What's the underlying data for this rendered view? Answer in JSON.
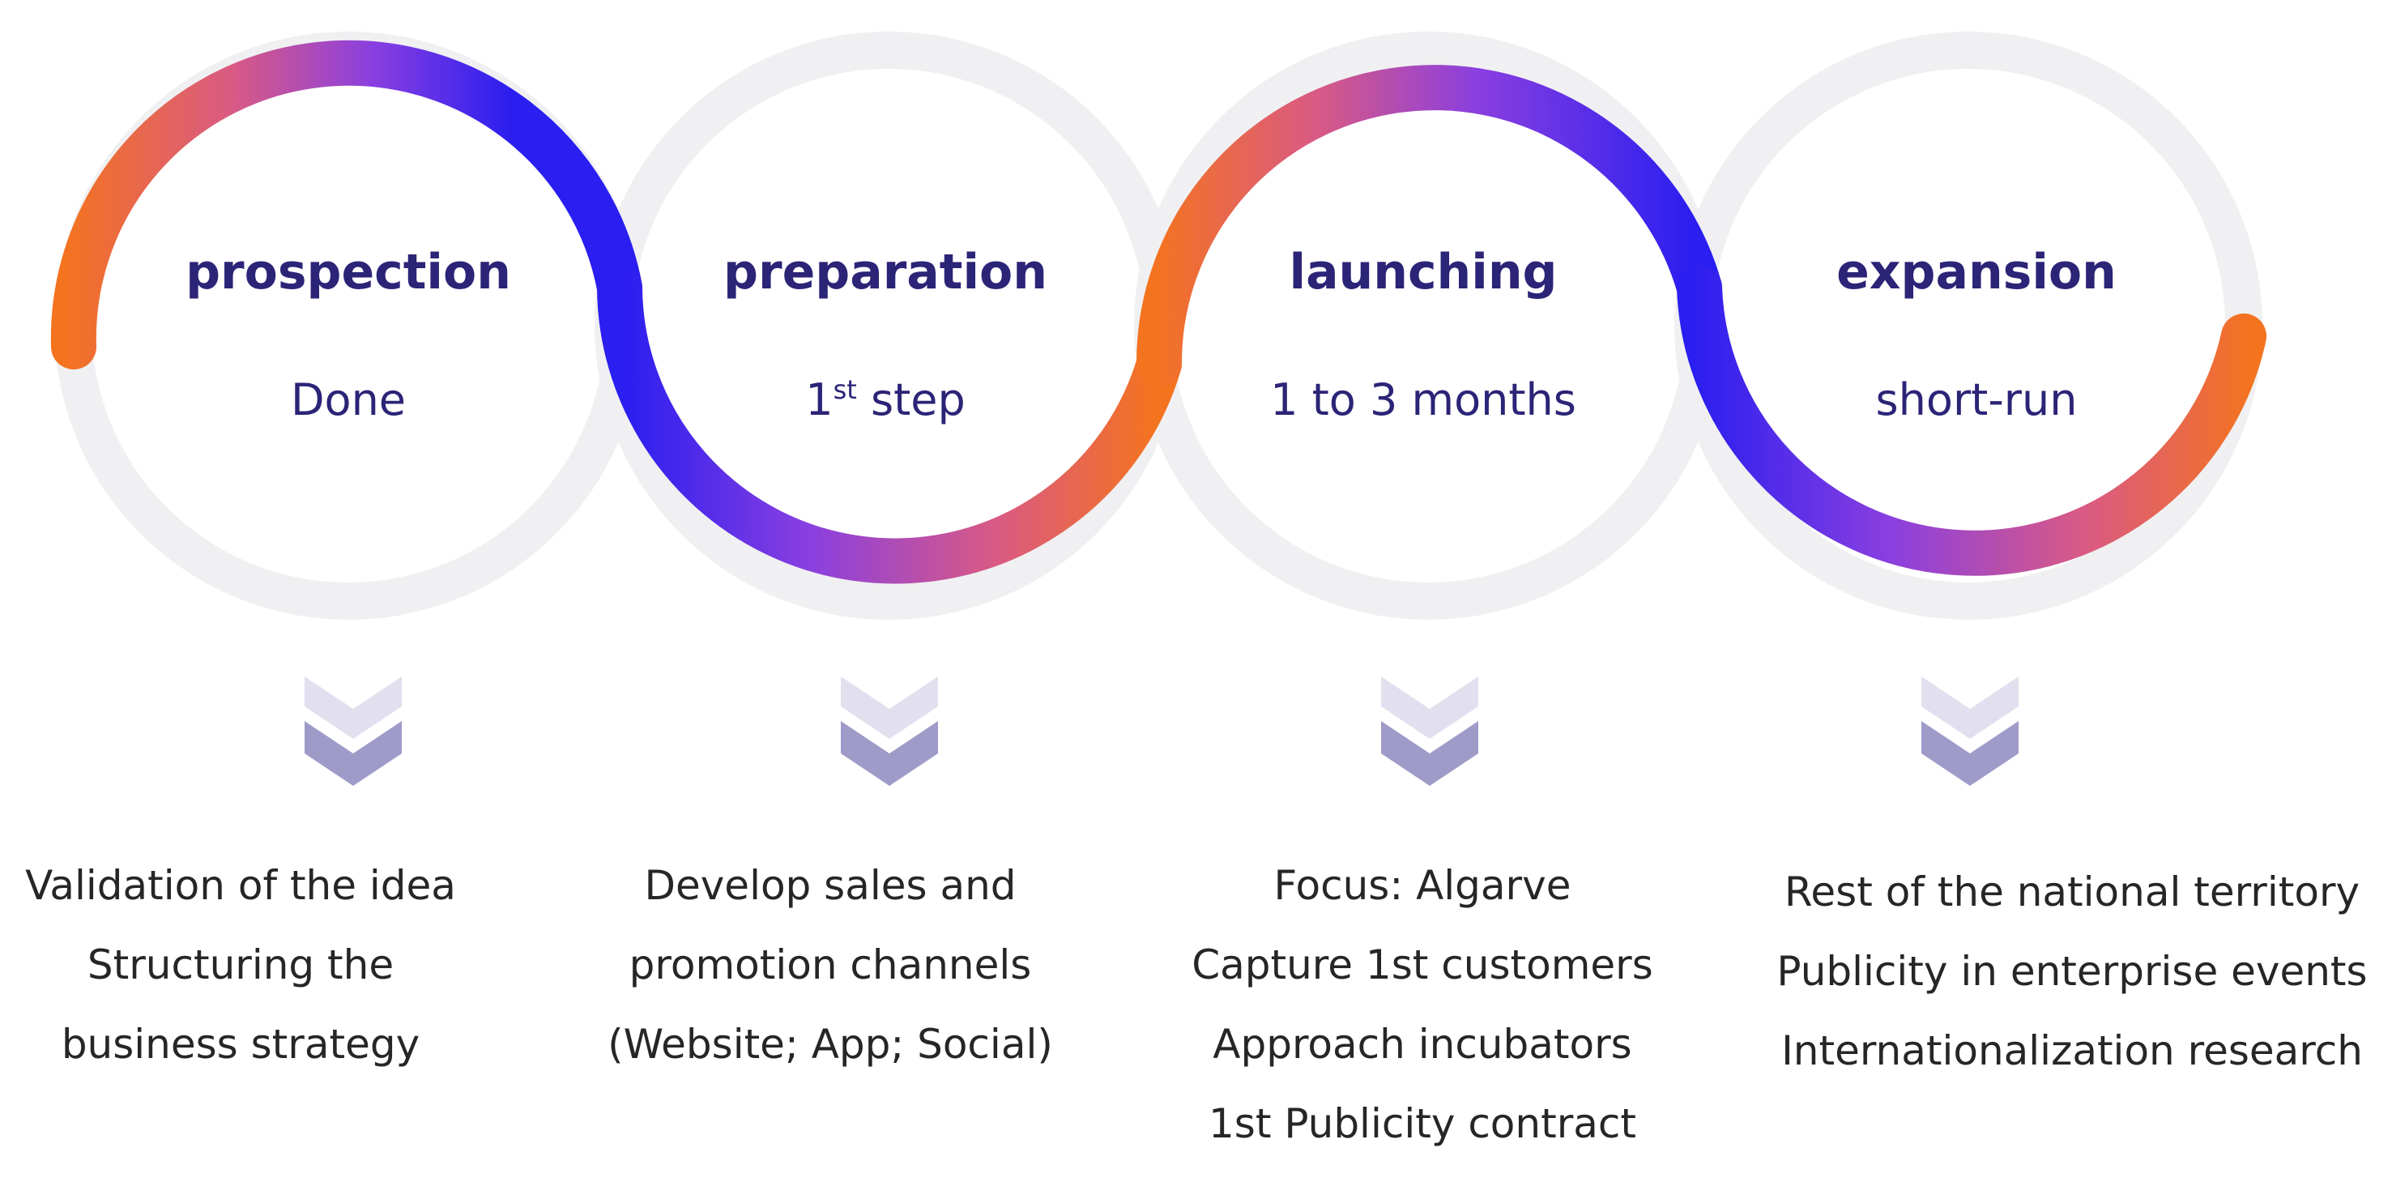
{
  "colors": {
    "orange": "#f4731f",
    "pink": "#d95a84",
    "purple": "#8a3fe0",
    "blue": "#2a1ef0",
    "track": "#f0f0f2",
    "title": "#2b2477",
    "chevron_top": "#e2e0ef",
    "chevron_bottom": "#9f9bc9"
  },
  "stages": [
    {
      "title": "prospection",
      "subtitle": "Done",
      "subtitle_sup": "",
      "subtitle_rest": "",
      "details": [
        "Validation of the idea",
        "Structuring the",
        "business strategy"
      ],
      "icon": "chevron-down-icon"
    },
    {
      "title": "preparation",
      "subtitle": "1",
      "subtitle_sup": "st",
      "subtitle_rest": " step",
      "details": [
        "Develop sales and",
        "promotion channels",
        "(Website; App; Social)"
      ],
      "icon": "chevron-down-icon"
    },
    {
      "title": "launching",
      "subtitle": "1 to 3 months",
      "subtitle_sup": "",
      "subtitle_rest": "",
      "details": [
        "Focus: Algarve",
        "Capture 1st customers",
        "Approach incubators",
        "1st Publicity contract"
      ],
      "icon": "chevron-down-icon"
    },
    {
      "title": "expansion",
      "subtitle": "short-run",
      "subtitle_sup": "",
      "subtitle_rest": "",
      "details": [
        "Rest of the national territory",
        "Publicity in enterprise events",
        "Internationalization research"
      ],
      "icon": "chevron-down-icon"
    }
  ]
}
